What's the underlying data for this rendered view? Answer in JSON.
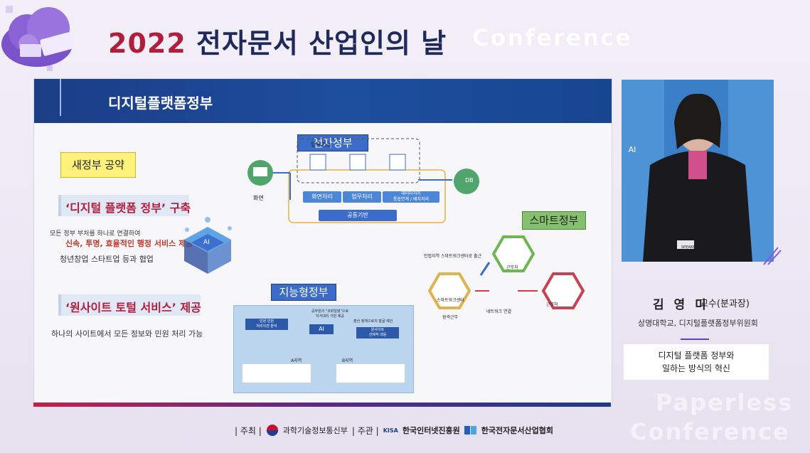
{
  "header": {
    "title_year": "2022",
    "title_main": "전자문서 산업인의 날",
    "title_conf": "Conference"
  },
  "slide": {
    "title": "디지털플랫폼정부",
    "pledge_label": "새정부 공약",
    "item1_title": "‘디지털 플랫폼 정부’ 구축",
    "item1_bullet1": "모든 정부 부처를 하나로 연결하여",
    "item1_bullet1b": "신속, 투명, 효율적인 행정 서비스 제공",
    "item1_bullet2": "청년창업 스타트업 등과 협업",
    "item2_title": "‘원사이트 토털 서비스’ 제공",
    "item2_bullet1": "하나의 사이트에서 모든 정보와 민원 처리 가능",
    "egov_label": "전자정부",
    "egov": {
      "work_func": "업무기능",
      "screen": "화면",
      "db": "DB",
      "pills": [
        "화면처리",
        "업무처리",
        "데이터처리\n통합연계 / 배치처리"
      ],
      "common": "공통기반"
    },
    "smart_label": "스마트정부",
    "smart": {
      "top_text": "인접지역 스마트워크센터로 출근",
      "office": "근무처",
      "center": "스마트워크센터",
      "network": "네트워크 연결",
      "remote": "원격근무",
      "company": "근무처"
    },
    "intel_label": "지능형정부",
    "intel": {
      "top_text": "공무원의 \"코파일럿\"으로\n지식대리 기반 제공",
      "left_box": "민원 민원\n처리의견 분석",
      "ai": "AI",
      "right_box": "출산 정책으로의 발굴·제안",
      "right_box2": "원사이트\n선제적 대응",
      "a_label": "A지역",
      "b_label": "B지역"
    }
  },
  "speaker": {
    "name": "김 영 미",
    "role": "교수(분과장)",
    "affiliation": "상명대학교, 디지털플랫폼정부위원회",
    "talk_line1": "디지털 플랫폼 정부와",
    "talk_line2": "일하는 방식의 혁신",
    "badge": "SPEAKER",
    "screen_text": "AI"
  },
  "watermark": {
    "line1": "Paperless",
    "line2": "Conference"
  },
  "footer": {
    "host": "| 주최 |",
    "ministry": "과학기술정보통신부",
    "organizer": "| 주관 |",
    "kisa_short": "KISA",
    "kisa": "한국인터넷진흥원",
    "association": "한국전자문서산업협회"
  },
  "colors": {
    "accent_red": "#b01e3c",
    "navy": "#1f2a5a",
    "slide_header": "#1d4e9e"
  }
}
